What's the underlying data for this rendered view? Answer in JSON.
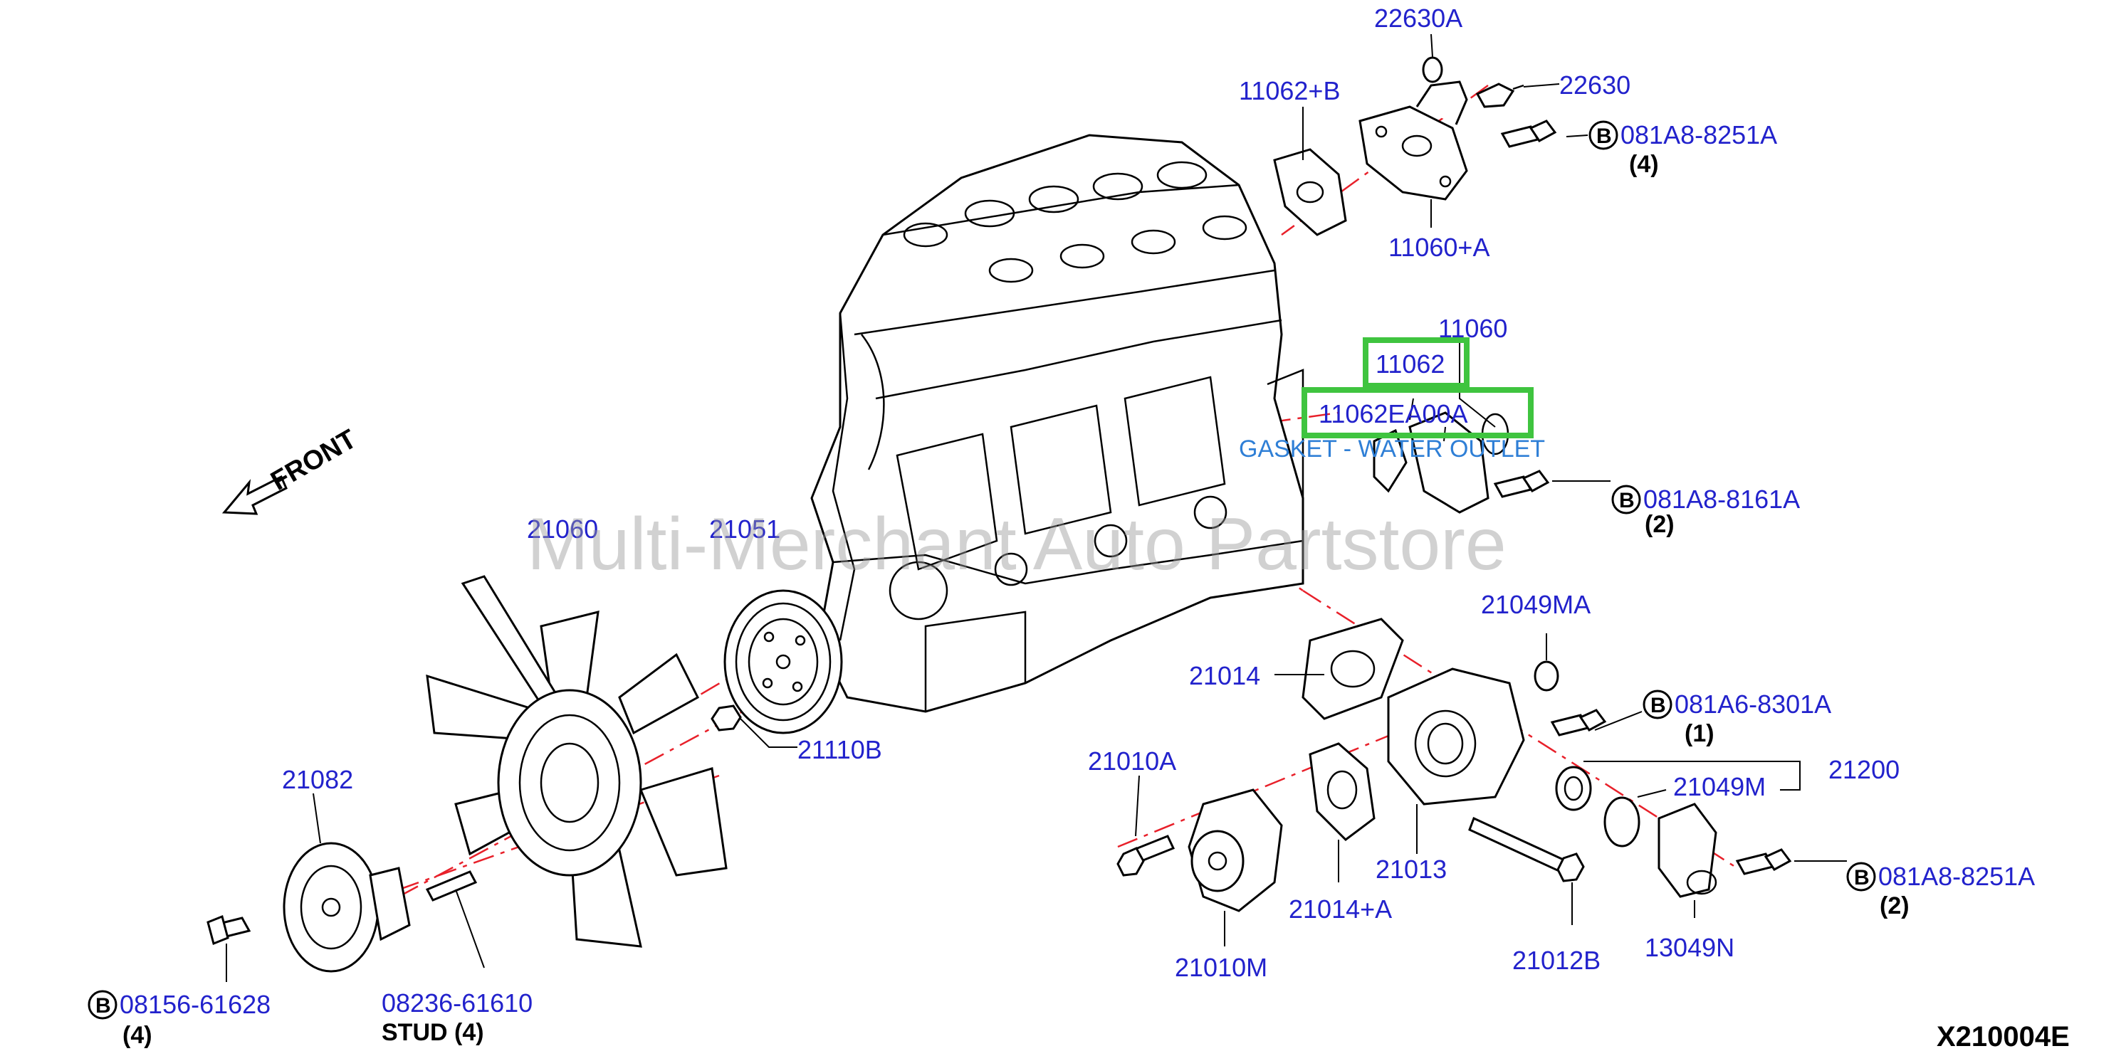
{
  "labels": {
    "p22630A": "22630A",
    "p22630": "22630",
    "p11062B": "11062+B",
    "p11060A": "11060+A",
    "p11060": "11060",
    "p11062": "11062",
    "p11062EA00A": "11062EA00A",
    "p21060": "21060",
    "p21051": "21051",
    "p21049MA": "21049MA",
    "p21014": "21014",
    "p21110B": "21110B",
    "p21082": "21082",
    "p21010A": "21010A",
    "p21200": "21200",
    "p21049M": "21049M",
    "p21013": "21013",
    "p21014A": "21014+A",
    "p21010M": "21010M",
    "p21012B": "21012B",
    "p13049N": "13049N",
    "p08236": "08236-61610"
  },
  "description": "GASKET - WATER OUTLET",
  "bolts": {
    "b1": {
      "badge": "B",
      "part": "081A8-8251A",
      "qty": "(4)"
    },
    "b2": {
      "badge": "B",
      "part": "081A8-8161A",
      "qty": "(2)"
    },
    "b3": {
      "badge": "B",
      "part": "081A6-8301A",
      "qty": "(1)"
    },
    "b4": {
      "badge": "B",
      "part": "081A8-8251A",
      "qty": "(2)"
    },
    "b5": {
      "badge": "B",
      "part": "08156-61628",
      "qty": "(4)"
    }
  },
  "stud_note": "STUD (4)",
  "front_label": "FRONT",
  "watermark": "Multi-Merchant Auto Partstore",
  "diagram_code": "X210004E",
  "colors": {
    "label": "#2222cc",
    "description": "#2f7fd6",
    "highlight": "#3fc43f",
    "axis_line": "#e8202a"
  }
}
